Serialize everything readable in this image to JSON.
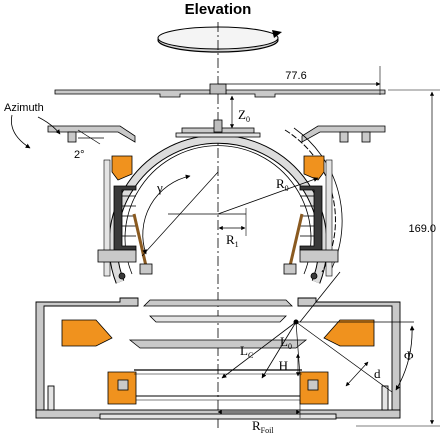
{
  "title": "Elevation",
  "labels": {
    "azimuth": "Azimuth",
    "angle_2deg": "2°",
    "gamma": "γ",
    "z0_main": "Z",
    "z0_sub": "0",
    "r0_main": "R",
    "r0_sub": "0",
    "r1_main": "R",
    "r1_sub": "1",
    "lc_main": "L",
    "lc_sub": "C",
    "l0_main": "L",
    "l0_sub": "0",
    "h": "H",
    "d": "d",
    "phi": "Φ",
    "rfoil_main": "R",
    "rfoil_sub": "Foil"
  },
  "dimensions": {
    "width_value": "77.6",
    "height_value": "169.0"
  },
  "colors": {
    "orange": "#f0921e",
    "gray": "#a9a9a9",
    "dark": "#3a3a3a",
    "light": "#e4e4e4",
    "line": "#000000"
  }
}
